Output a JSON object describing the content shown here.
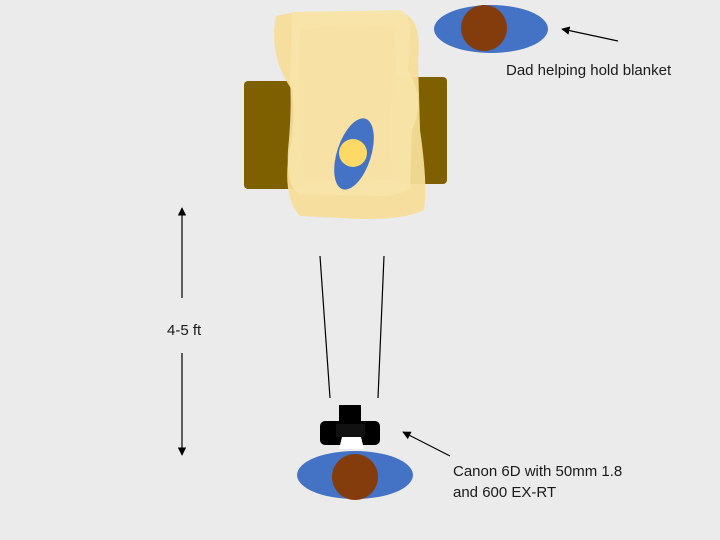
{
  "annotations": {
    "dad_label": "Dad helping hold blanket",
    "distance_label": "4-5 ft",
    "camera_label_line1": "Canon 6D with 50mm 1.8",
    "camera_label_line2": "and 600 EX-RT"
  },
  "colors": {
    "background": "#ebebeb",
    "blanket": "#f5dc96",
    "blanket_light": "#f8e3a8",
    "chair_arms": "#7f6000",
    "person_body": "#4472c4",
    "person_head": "#843c0c",
    "baby_head": "#ffd966",
    "camera": "#000000",
    "lines": "#000000"
  },
  "icons": {
    "dad_figure": "person-top-view-icon",
    "photographer_figure": "person-top-view-icon",
    "baby_figure": "baby-top-view-icon",
    "camera_figure": "camera-icon",
    "chair_figure": "armchair-top-view-icon"
  }
}
